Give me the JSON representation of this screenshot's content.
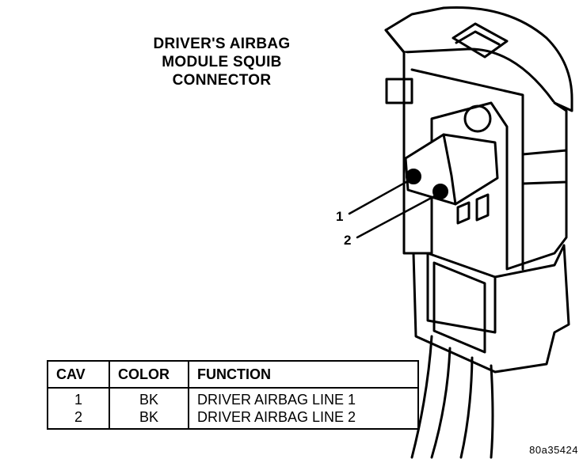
{
  "title": {
    "line1": "DRIVER'S AIRBAG",
    "line2": "MODULE SQUIB",
    "line3": "CONNECTOR"
  },
  "callouts": [
    "1",
    "2"
  ],
  "table": {
    "headers": {
      "cav": "CAV",
      "color": "COLOR",
      "function": "FUNCTION"
    },
    "rows": [
      {
        "cav": "1",
        "color": "BK",
        "function": "DRIVER AIRBAG LINE 1"
      },
      {
        "cav": "2",
        "color": "BK",
        "function": "DRIVER AIRBAG LINE 2"
      }
    ]
  },
  "reference_id": "80a35424"
}
